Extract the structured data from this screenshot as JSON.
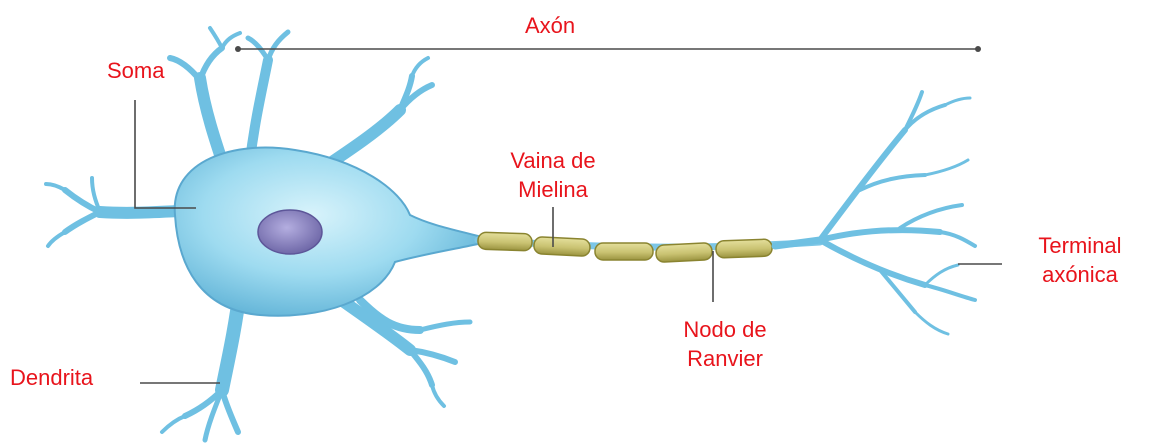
{
  "colors": {
    "label": "#e8141c",
    "leader": "#4a4a4a",
    "cell_fill": "#8fd3ec",
    "cell_stroke": "#4f9cc4",
    "nucleus": "#8f86c4",
    "myelin": "#c9c271"
  },
  "labels": {
    "axon": "Axón",
    "soma": "Soma",
    "myelin_1": "Vaina de",
    "myelin_2": "Mielina",
    "terminal_1": "Terminal",
    "terminal_2": "axónica",
    "node_1": "Nodo de",
    "node_2": "Ranvier",
    "dendrite": "Dendrita"
  }
}
